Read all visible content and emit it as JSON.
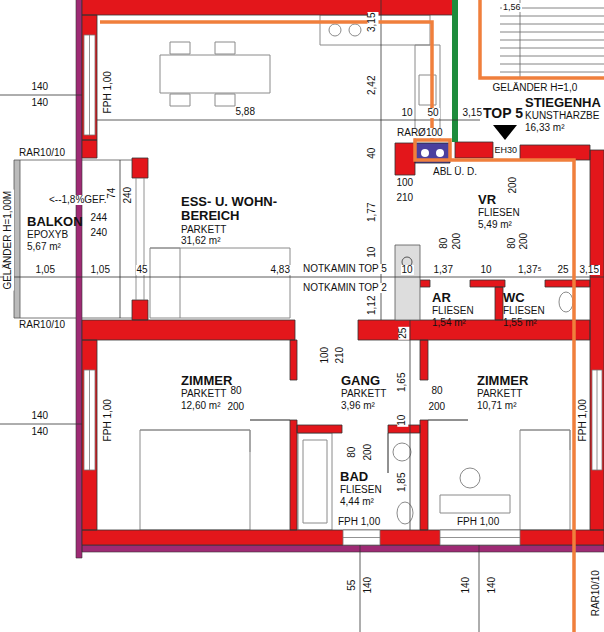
{
  "diagram": {
    "nodes": [
      {
        "text": [
          "ESS- U. WOHN- BEREICH",
          "PARKETT",
          "31,62 m²"
        ]
      },
      {
        "text": [
          "BALKON",
          "EPOXYB",
          "5,67 m²"
        ]
      },
      {
        "text": [
          "STIEGENHA",
          "KUNSTHARZBE",
          "16,33 m²"
        ]
      },
      {
        "text": [
          "VR",
          "FLIESEN",
          "5,49 m²"
        ]
      },
      {
        "text": [
          "AR",
          "FLIESEN",
          "1,54 m²"
        ]
      },
      {
        "text": [
          "WC",
          "FLIESEN",
          "1,55 m²"
        ]
      },
      {
        "text": [
          "ZIMMER",
          "PARKETT",
          "12,60 m²"
        ]
      },
      {
        "text": [
          "GANG",
          "PARKETT",
          "3,96 m²"
        ]
      },
      {
        "text": [
          "ZIMMER",
          "PARKETT",
          "10,71 m²"
        ]
      },
      {
        "text": [
          "BAD",
          "FLIESEN",
          "4,44 m²"
        ]
      }
    ],
    "labels": [
      "1,56",
      "3,15",
      "2,42",
      "140",
      "140",
      "FPH 1,00",
      "GELÄNDER H=1,0",
      "TOP 5",
      "5,88",
      "10",
      "50",
      "3,15",
      "RARØ100",
      "EH30",
      "40",
      "ABL Ü. D.",
      "RAR10/10",
      "<--1,8%GEF.",
      "74",
      "240",
      "244",
      "240",
      "GELÄNDER H=1,00M",
      "100",
      "210",
      "200",
      "1,77",
      "80",
      "200",
      "80",
      "200",
      "10",
      "1,05",
      "1,05",
      "45",
      "4,83",
      "NOTKAMIN TOP 5",
      "10",
      "1,37",
      "10",
      "1,37⁵",
      "25",
      "3,15",
      "NOTKAMIN TOP 2",
      "1,12",
      "RAR10/10",
      "25",
      "100",
      "210",
      "1,65",
      "80",
      "200",
      "80",
      "200",
      "140",
      "140",
      "FPH 1,00",
      "10",
      "80",
      "200",
      "FPH 1,00",
      "1,85",
      "FPH 1,00",
      "FPH 1,00",
      "55",
      "140",
      "140",
      "140",
      "RAR10/10"
    ]
  }
}
